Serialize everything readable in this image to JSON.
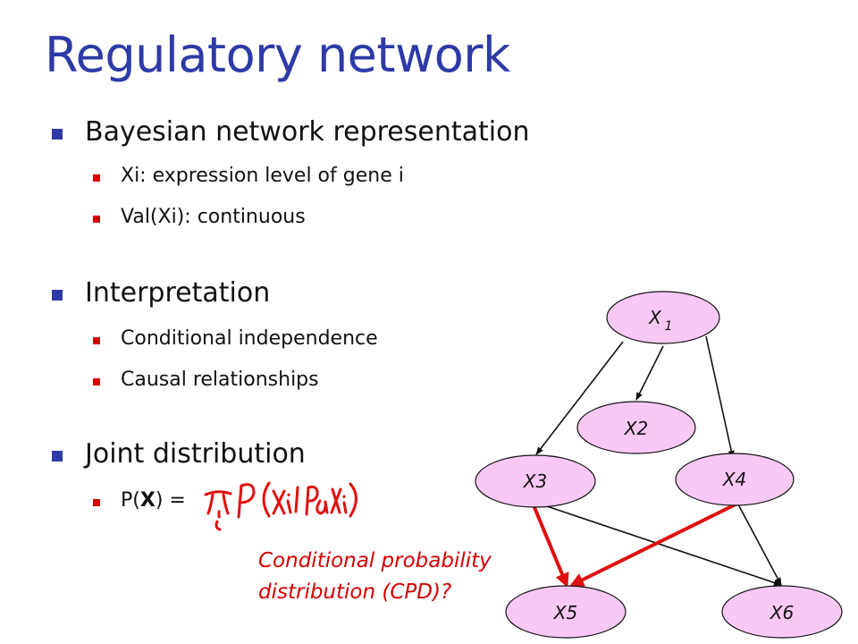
{
  "title": "Regulatory network",
  "bullets": [
    {
      "label": "Bayesian network representation",
      "sub": [
        "Xi: expression level of gene i",
        "Val(Xi): continuous"
      ]
    },
    {
      "label": "Interpretation",
      "sub": [
        "Conditional independence",
        "Causal relationships"
      ]
    },
    {
      "label": "Joint distribution",
      "formula": {
        "prefix": "P(",
        "bold": "X",
        "suffix": ") ="
      }
    }
  ],
  "handwritten_formula": "π P(Xi | PaXi)",
  "network": {
    "nodes": {
      "x1": {
        "label": "X",
        "subscript": "1"
      },
      "x2": {
        "label": "X2"
      },
      "x3": {
        "label": "X3"
      },
      "x4": {
        "label": "X4"
      },
      "x5": {
        "label": "X5"
      },
      "x6": {
        "label": "X6"
      }
    },
    "edges": [
      {
        "from": "X1",
        "to": "X2"
      },
      {
        "from": "X1",
        "to": "X3"
      },
      {
        "from": "X1",
        "to": "X4"
      },
      {
        "from": "X3",
        "to": "X5",
        "highlighted": true
      },
      {
        "from": "X3",
        "to": "X6"
      },
      {
        "from": "X4",
        "to": "X5",
        "highlighted": true
      },
      {
        "from": "X4",
        "to": "X6"
      }
    ],
    "node_fill": "#f9c8f4",
    "highlight_color": "#e01010"
  },
  "annotation": {
    "line1": "Conditional probability",
    "line2": "distribution (CPD)?"
  },
  "colors": {
    "title": "#2e3aa6",
    "level1_bullet": "#2e3aa6",
    "level2_bullet": "#d40000",
    "annotation": "#d40000"
  }
}
